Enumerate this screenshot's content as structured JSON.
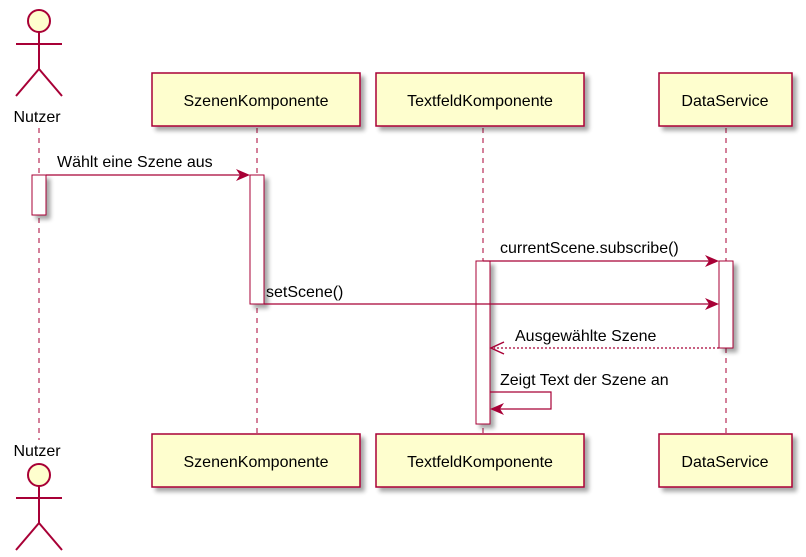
{
  "participants": {
    "user": {
      "name": "Nutzer"
    },
    "scene": {
      "name": "SzenenKomponente"
    },
    "text": {
      "name": "TextfeldKomponente"
    },
    "data": {
      "name": "DataService"
    }
  },
  "messages": {
    "m1": "Wählt eine Szene aus",
    "m2": "currentScene.subscribe()",
    "m3": "setScene()",
    "m4": "Ausgewählte Szene",
    "m5": "Zeigt Text der Szene an"
  },
  "colors": {
    "border": "#a80036",
    "box_fill": "#fefece",
    "activation_fill": "#ffffff",
    "lifeline": "#a80036"
  }
}
